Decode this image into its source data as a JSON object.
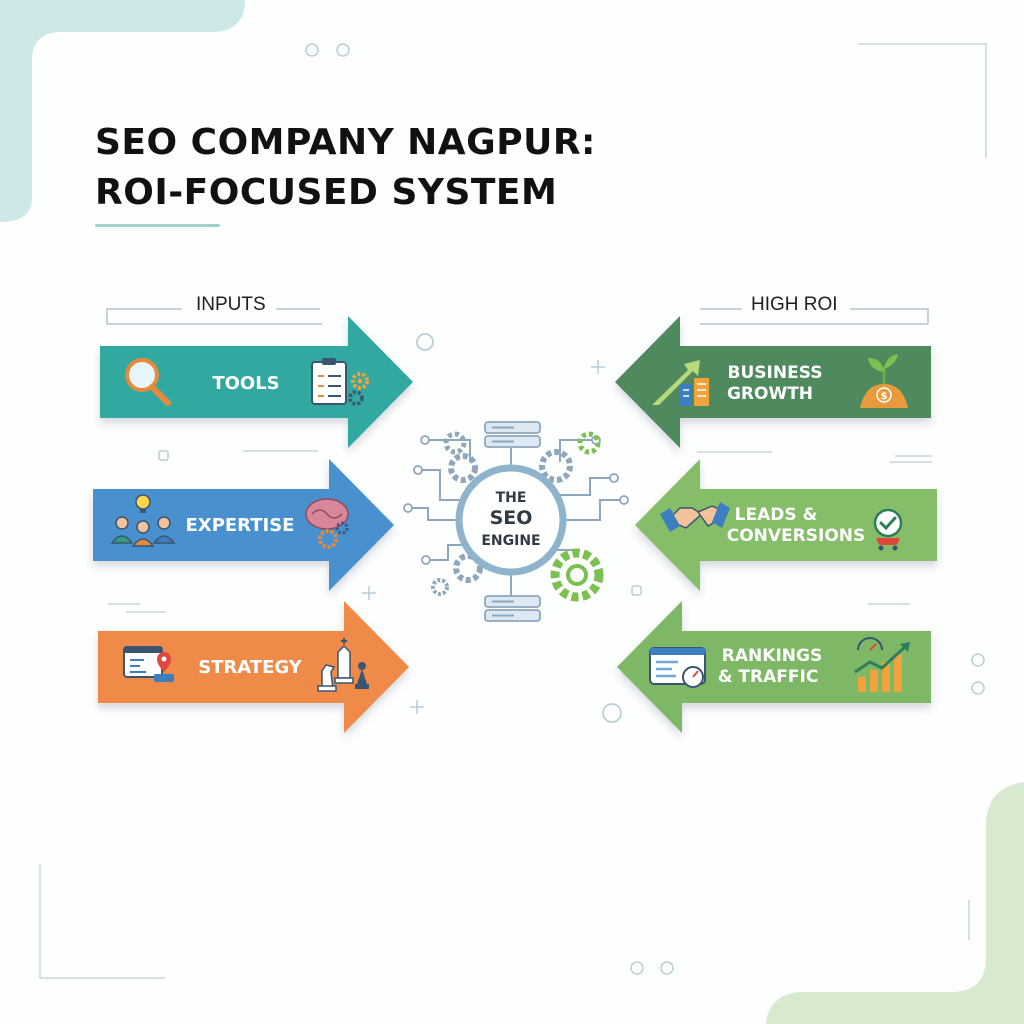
{
  "title": {
    "line1": "SEO COMPANY NAGPUR:",
    "line2": "ROI-FOCUSED SYSTEM"
  },
  "inputs_label": "INPUTS",
  "outputs_label": "HIGH ROI",
  "engine": {
    "line1": "THE",
    "line2": "SEO",
    "line3": "ENGINE"
  },
  "inputs": [
    {
      "label": "TOOLS",
      "color": "#32a9a0",
      "icons": [
        "magnifier-icon",
        "clipboard-checklist-icon",
        "gears-icon"
      ]
    },
    {
      "label": "EXPERTISE",
      "color": "#4a90cf",
      "icons": [
        "team-lightbulb-icon",
        "brain-gears-icon"
      ]
    },
    {
      "label": "STRATEGY",
      "color": "#ef8a48",
      "icons": [
        "map-pin-dashboard-icon",
        "chess-pieces-icon"
      ]
    }
  ],
  "outputs": [
    {
      "line1": "BUSINESS",
      "line2": "GROWTH",
      "color": "#4f8a5e",
      "icons": [
        "growth-arrow-buildings-icon",
        "money-plant-icon"
      ]
    },
    {
      "line1": "LEADS &",
      "line2": "CONVERSIONS",
      "color": "#86bd67",
      "icons": [
        "handshake-icon",
        "checkmark-cart-icon"
      ]
    },
    {
      "line1": "RANKINGS",
      "line2": "& TRAFFIC",
      "color": "#7eb866",
      "icons": [
        "browser-speedometer-icon",
        "bar-chart-growth-icon"
      ]
    }
  ],
  "colors": {
    "accent_teal": "#9fd2cf",
    "accent_green": "#cfe5c2",
    "engine_ring": "#8fb3cc"
  }
}
